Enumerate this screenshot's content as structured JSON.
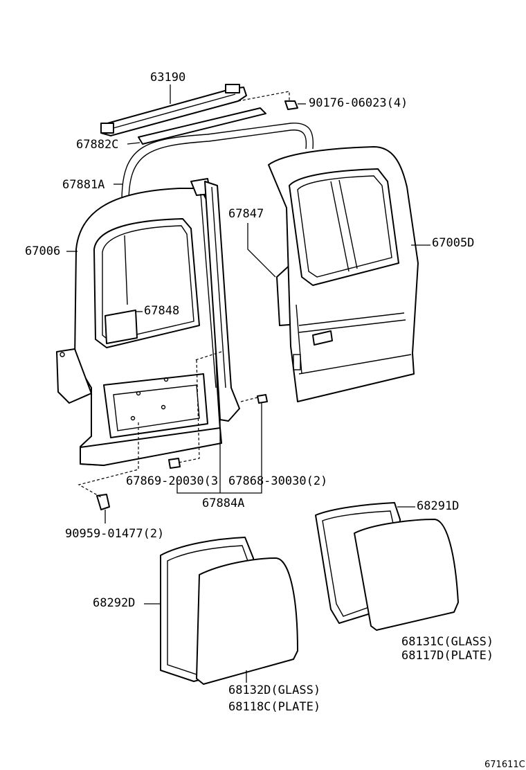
{
  "labels": {
    "p63190": "63190",
    "p90176": "90176-06023(4)",
    "p67882c": "67882C",
    "p67881a": "67881A",
    "p67847": "67847",
    "p67006": "67006",
    "p67005d": "67005D",
    "p67848": "67848",
    "p67869": "67869-20030(3",
    "p67868": "67868-30030(2)",
    "p67884a": "67884A",
    "p90959": "90959-01477(2)",
    "p68291d": "68291D",
    "p68292d": "68292D",
    "p68131c": "68131C(GLASS)",
    "p68117d": "68117D(PLATE)",
    "p68132d": "68132D(GLASS)",
    "p68118c": "68118C(PLATE)"
  },
  "diagram_ref": "671611C"
}
